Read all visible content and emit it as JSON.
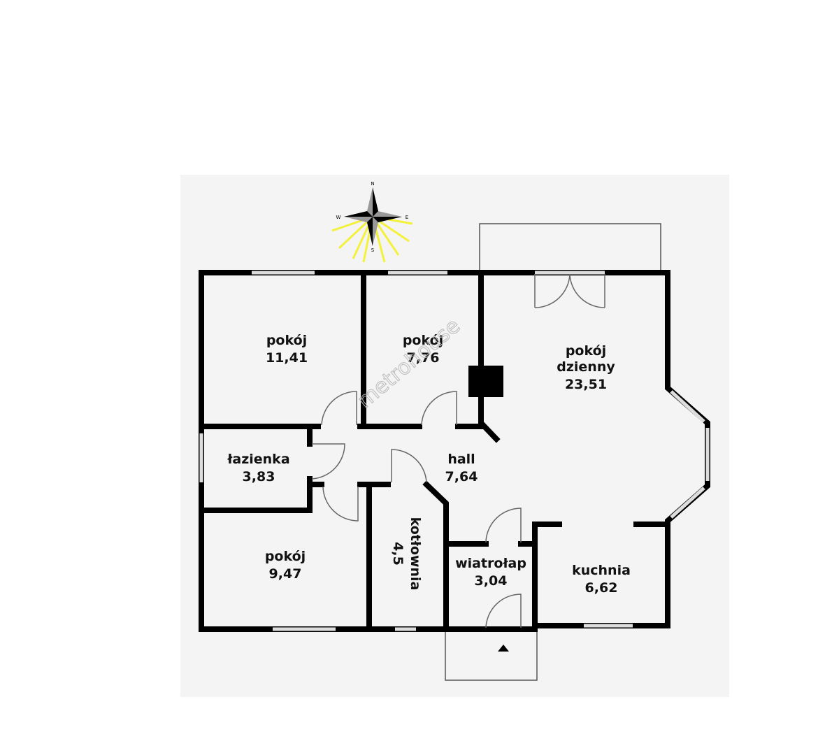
{
  "plan": {
    "watermark": "metrohouse",
    "compass": {
      "n": "N",
      "s": "S",
      "e": "E",
      "w": "W"
    },
    "rooms": [
      {
        "name": "pokój",
        "area": "11,41"
      },
      {
        "name": "pokój",
        "area": "7,76"
      },
      {
        "name": "pokój dzienny",
        "name_line1": "pokój",
        "name_line2": "dzienny",
        "area": "23,51"
      },
      {
        "name": "łazienka",
        "area": "3,83"
      },
      {
        "name": "hall",
        "area": "7,64"
      },
      {
        "name": "pokój",
        "area": "9,47"
      },
      {
        "name": "kotłownia",
        "area": "4,5"
      },
      {
        "name": "wiatrołap",
        "area": "3,04"
      },
      {
        "name": "kuchnia",
        "area": "6,62"
      }
    ]
  }
}
